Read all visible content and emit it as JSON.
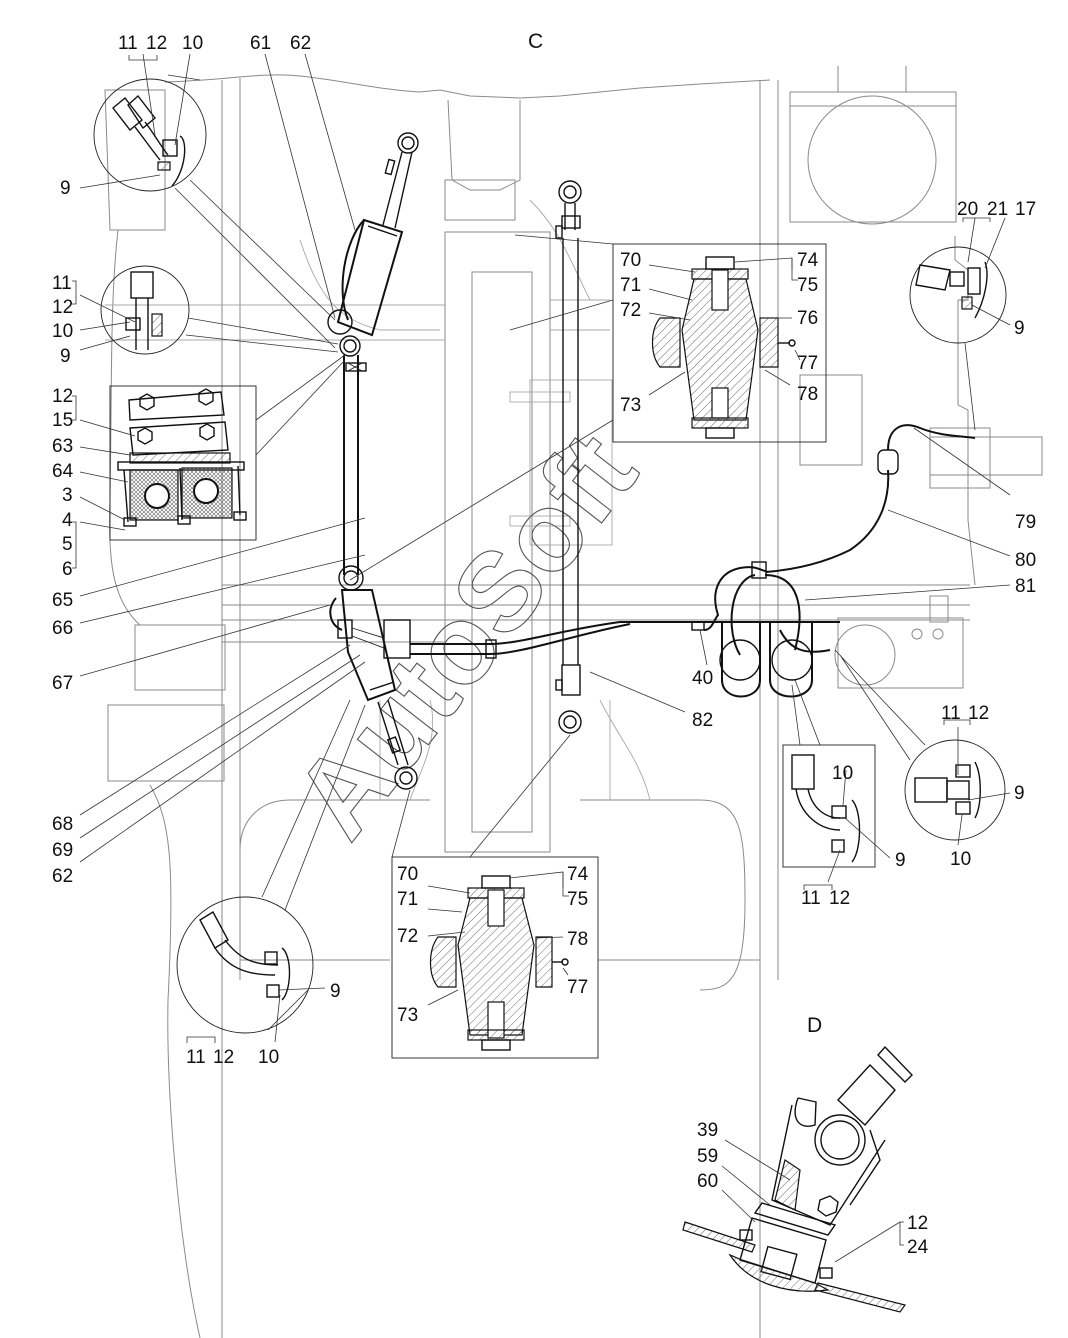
{
  "views": {
    "main": {
      "title": "C"
    },
    "detail": {
      "title": "D"
    }
  },
  "watermark": "AutoSoft",
  "callouts": {
    "top_left_circle": {
      "a": "11",
      "b": "12",
      "c": "10",
      "d": "9"
    },
    "top_leaders": {
      "a": "61",
      "b": "62"
    },
    "left_small_circle": {
      "a": "11",
      "b": "12",
      "c": "10",
      "d": "9"
    },
    "clamp_box": {
      "a": "12",
      "b": "15",
      "c": "63",
      "d": "64",
      "e": "3",
      "f": "4",
      "g": "5",
      "h": "6"
    },
    "left_mid": {
      "a": "65",
      "b": "66",
      "c": "67"
    },
    "left_low": {
      "a": "68",
      "b": "69",
      "c": "62"
    },
    "bottom_left_circle": {
      "a": "9",
      "b": "11",
      "c": "12",
      "d": "10"
    },
    "upper_bearing_box": {
      "a": "70",
      "b": "71",
      "c": "72",
      "d": "73",
      "e": "74",
      "f": "75",
      "g": "76",
      "h": "77",
      "i": "78"
    },
    "lower_bearing_box": {
      "a": "70",
      "b": "71",
      "c": "72",
      "d": "73",
      "e": "74",
      "f": "75",
      "g": "78",
      "h": "77"
    },
    "right_top_circle": {
      "a": "20",
      "b": "21",
      "c": "17",
      "d": "9"
    },
    "right_side": {
      "a": "79",
      "b": "80",
      "c": "81",
      "d": "40",
      "e": "82"
    },
    "right_box_elbow": {
      "a": "10",
      "b": "9",
      "c": "11",
      "d": "12"
    },
    "right_circle_straight": {
      "a": "11",
      "b": "12",
      "c": "9",
      "d": "10"
    },
    "detail_d": {
      "a": "39",
      "b": "59",
      "c": "60",
      "d": "12",
      "e": "24"
    }
  }
}
